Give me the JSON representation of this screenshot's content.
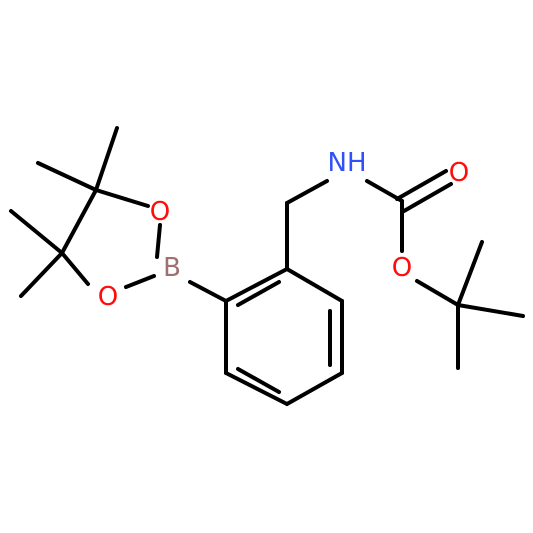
{
  "colors": {
    "bond": "#000000",
    "oxygen": "#ff0d0d",
    "nitrogen": "#3050f8",
    "boron": "#a07070",
    "background": "#ffffff"
  },
  "atoms": {
    "o1": {
      "label": "O",
      "element": "oxygen"
    },
    "o2": {
      "label": "O",
      "element": "oxygen"
    },
    "b": {
      "label": "B",
      "element": "boron"
    },
    "n": {
      "label": "NH",
      "element": "nitrogen"
    },
    "o3": {
      "label": "O",
      "element": "oxygen"
    },
    "o4": {
      "label": "O",
      "element": "oxygen"
    }
  }
}
